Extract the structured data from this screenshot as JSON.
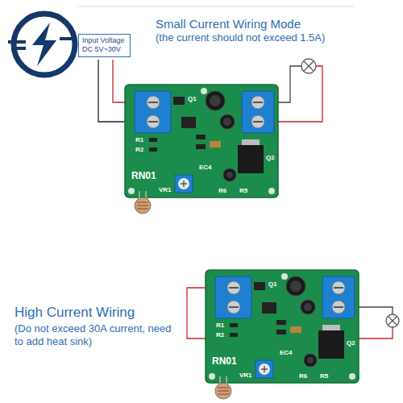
{
  "diagram": {
    "nodes": [
      {
        "text": [
          "Input Voltage",
          "DC 5V~30V"
        ]
      }
    ],
    "labels": [
      "Small Current Wiring Mode",
      "(the current should not exceed 1.5A)",
      "RN01",
      "VR1",
      "EC4",
      "Q1",
      "Q2",
      "R6",
      "R5",
      "R1",
      "R2",
      "RN01",
      "VR1",
      "EC4",
      "Q1",
      "Q2",
      "R6",
      "R5",
      "R1",
      "R2",
      "High Current Wiring",
      "(Do not exceed 30A current, need to add heat sink)"
    ]
  }
}
